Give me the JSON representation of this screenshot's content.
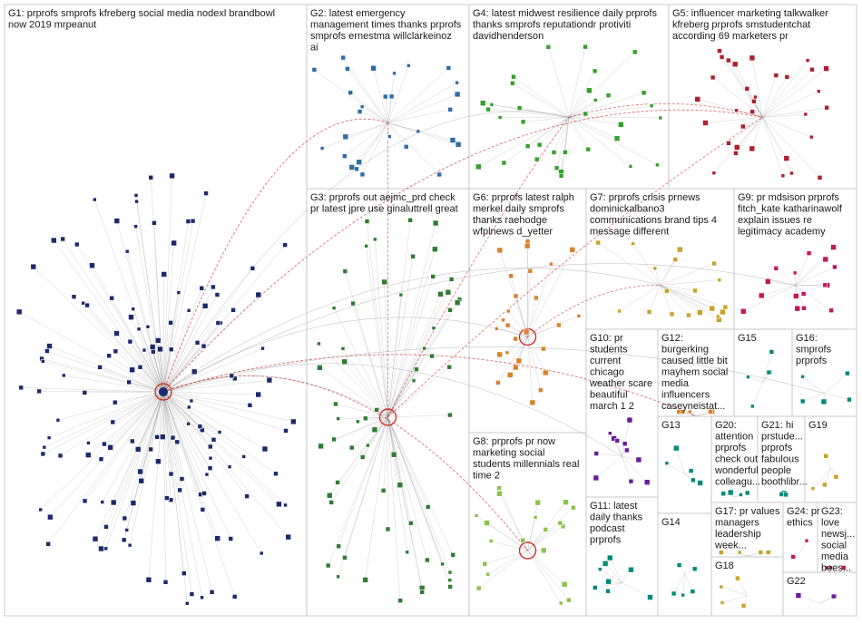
{
  "colors": {
    "background": "#ffffff",
    "group_border": "#c8c8c8",
    "edge": "#9a9a9a",
    "edge_red": "#d03030",
    "g1_node": "#1a2a6c",
    "g2_node": "#2e6da4",
    "g3_node": "#2e7d32",
    "g4_node": "#33a02c",
    "g5_node": "#b01e2f",
    "g6_node": "#d9822b",
    "g7_node": "#c9a227",
    "g8_node": "#8bc34a",
    "g9_node": "#c2185b",
    "g10_node": "#6a1b9a",
    "teal_node": "#00897b"
  },
  "groups": [
    {
      "id": "G1",
      "lines": [
        "G1: prprofs smprofs kfreberg social media nodexl brandbowl",
        "now 2019 mrpeanut"
      ]
    },
    {
      "id": "G2",
      "lines": [
        "G2: latest emergency",
        "management times thanks prprofs",
        "smprofs ernestma willclarkeinoz",
        "ai"
      ]
    },
    {
      "id": "G3",
      "lines": [
        "G3: prprofs out aejmc_prd check",
        "pr latest jpre use ginaluttrell great"
      ]
    },
    {
      "id": "G4",
      "lines": [
        "G4: latest midwest resilience daily prprofs",
        "thanks smprofs reputationdr protiviti",
        "davidhenderson"
      ]
    },
    {
      "id": "G5",
      "lines": [
        "G5: influencer marketing talkwalker",
        "kfreberg prprofs smstudentchat",
        "according 69 marketers pr"
      ]
    },
    {
      "id": "G6",
      "lines": [
        "G6: prprofs latest ralph",
        "merkel daily smprofs",
        "thanks raehodge",
        "wfplnews d_yetter"
      ]
    },
    {
      "id": "G7",
      "lines": [
        "G7: prprofs crisis prnews",
        "dominickalbano3",
        "communications brand tips 4",
        "message different"
      ]
    },
    {
      "id": "G8",
      "lines": [
        "G8: prprofs pr now",
        "marketing social",
        "students millennials real",
        "time 2"
      ]
    },
    {
      "id": "G9",
      "lines": [
        "G9: pr mdsison prprofs",
        "fitch_kate katharinawolf",
        "explain issues re",
        "legitimacy academy"
      ]
    },
    {
      "id": "G10",
      "lines": [
        "G10: pr",
        "students",
        "current",
        "chicago",
        "weather scare",
        "beautiful",
        "march 1 2"
      ]
    },
    {
      "id": "G11",
      "lines": [
        "G11: latest",
        "daily thanks",
        "podcast",
        "prprofs"
      ]
    },
    {
      "id": "G12",
      "lines": [
        "G12:",
        "burgerking",
        "caused little bit",
        "mayhem social",
        "media",
        "influencers",
        "caseyneistat..."
      ]
    },
    {
      "id": "G13",
      "lines": [
        "G13"
      ]
    },
    {
      "id": "G14",
      "lines": [
        "G14"
      ]
    },
    {
      "id": "G15",
      "lines": [
        "G15"
      ]
    },
    {
      "id": "G16",
      "lines": [
        "G16:",
        "smprofs",
        "prprofs"
      ]
    },
    {
      "id": "G17",
      "lines": [
        "G17: pr values",
        "managers",
        "leadership",
        "week..."
      ]
    },
    {
      "id": "G18",
      "lines": [
        "G18"
      ]
    },
    {
      "id": "G19",
      "lines": [
        "G19"
      ]
    },
    {
      "id": "G20",
      "lines": [
        "G20:",
        "attention",
        "prprofs",
        "check out",
        "wonderful",
        "colleagu..."
      ]
    },
    {
      "id": "G21",
      "lines": [
        "G21: hi",
        "prstude...",
        "prprofs",
        "fabulous",
        "people",
        "boothlibr..."
      ]
    },
    {
      "id": "G22",
      "lines": [
        "G22"
      ]
    },
    {
      "id": "G23",
      "lines": [
        "G23:",
        "love",
        "newsj...",
        "social",
        "media",
        "bees..."
      ]
    },
    {
      "id": "G24",
      "lines": [
        "G24: pr",
        "ethics"
      ]
    }
  ]
}
